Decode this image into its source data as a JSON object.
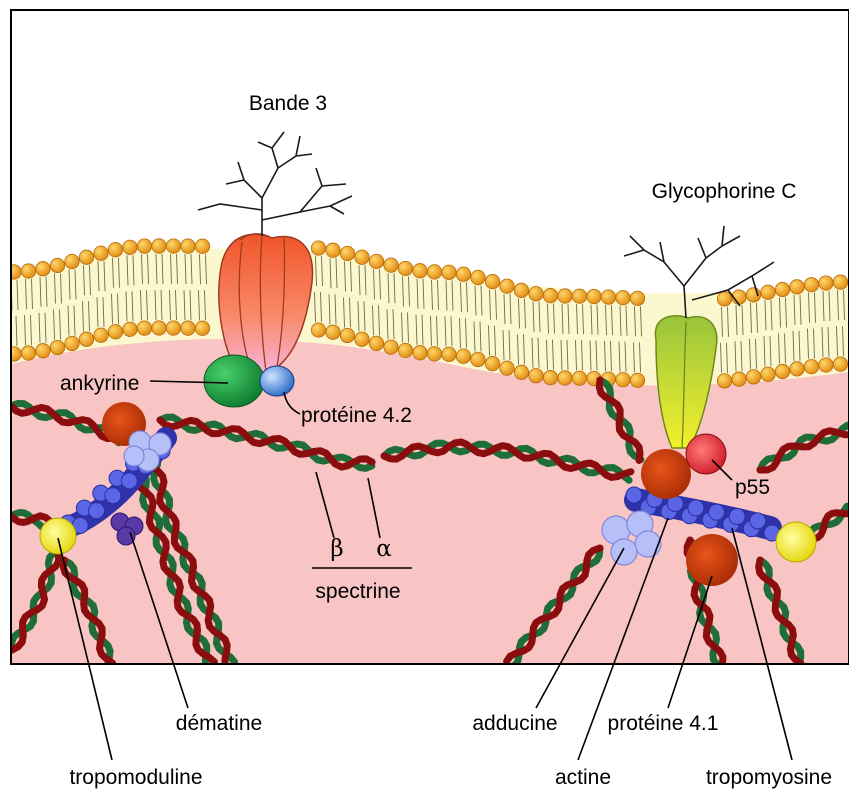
{
  "labels": {
    "bande3": "Bande 3",
    "glycophorine_c": "Glycophorine C",
    "ankyrine": "ankyrine",
    "proteine_42": "protéine 4.2",
    "p55": "p55",
    "beta": "β",
    "alpha": "α",
    "spectrine": "spectrine",
    "dematine": "dématine",
    "tropomoduline": "tropomoduline",
    "adducine": "adducine",
    "proteine_41": "protéine 4.1",
    "actine": "actine",
    "tropomyosine": "tropomyosine"
  },
  "colors": {
    "cytoplasm": "#f9c4c4",
    "lipid_head": "#f2a31b",
    "lipid_core": "#fbf7cf",
    "spectrin_beta": "#8b0d0d",
    "spectrin_alpha": "#1f6e3a",
    "actin": "#4f5be0",
    "band3": "#f3774a",
    "ankyrin": "#1aa24a",
    "protein42": "#3e86d8",
    "glycophorin": "#b8d43a",
    "protein41": "#cc3d0b",
    "p55": "#e8303a",
    "adducin": "#b6bff7",
    "tropomodulin": "#f4f23a",
    "dematin": "#5a3aa6"
  }
}
